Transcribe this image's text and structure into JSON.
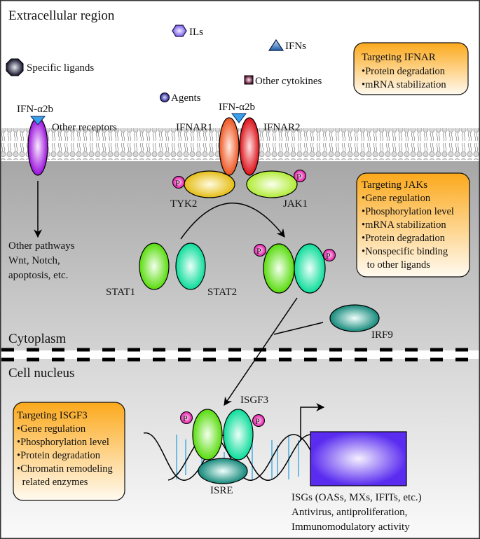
{
  "regions": {
    "extracellular": "Extracellular region",
    "cytoplasm": "Cytoplasm",
    "nucleus": "Cell nucleus"
  },
  "legend": {
    "ils": "ILs",
    "ifns": "IFNs",
    "specific_ligands": "Specific ligands",
    "other_cytokines": "Other cytokines",
    "agents": "Agents"
  },
  "ligands": {
    "left": "IFN-α2b",
    "center": "IFN-α2b"
  },
  "receptors": {
    "other": "Other receptors",
    "ifnar1": "IFNAR1",
    "ifnar2": "IFNAR2"
  },
  "kinases": {
    "tyk2": "TYK2",
    "jak1": "JAK1",
    "p": "P"
  },
  "stats": {
    "stat1": "STAT1",
    "stat2": "STAT2",
    "irf9": "IRF9",
    "isgf3": "ISGF3",
    "isre": "ISRE"
  },
  "other_pathways": [
    "Other pathways",
    "Wnt, Notch,",
    "apoptosis, etc."
  ],
  "outcome": [
    "ISGs (OASs, MXs, IFITs, etc.)",
    "Antivirus, antiproliferation,",
    "Immunomodulatory activity"
  ],
  "boxes": {
    "ifnar": {
      "title": "Targeting IFNAR",
      "items": [
        "•Protein degradation",
        "•mRNA stabilization"
      ]
    },
    "jaks": {
      "title": "Targeting JAKs",
      "items": [
        "•Gene regulation",
        "•Phosphorylation level",
        "•mRNA stabilization",
        "•Protein degradation",
        "•Nonspecific binding",
        " to other ligands"
      ]
    },
    "isgf3": {
      "title": "Targeting ISGF3",
      "items": [
        "•Gene regulation",
        "•Phosphorylation level",
        "•Protein degradation",
        "•Chromatin remodeling",
        " related enzymes"
      ]
    }
  },
  "colors": {
    "box_top": "#fca91c",
    "box_bottom": "#fffaf0",
    "ifnar1": "#f05a22",
    "ifnar2": "#e0141c",
    "tyk2": "#e8c21a",
    "jak1": "#b8f03c",
    "stat1": "#5ce010",
    "stat2": "#10e0a0",
    "irf9": "#1a9080",
    "phospho": "#e81aa8",
    "other_receptor": "#a010e0",
    "isg_box": "#5a30f0",
    "ifn_triangle": "#2090e0"
  }
}
